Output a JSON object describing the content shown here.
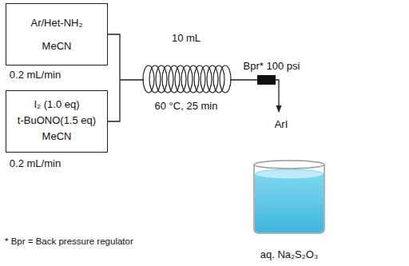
{
  "diagram": {
    "nodes": [
      {
        "text": [
          "Ar/Het-NH₂",
          "MeCN"
        ]
      },
      {
        "text": [
          "I₂ (1.0 eq)",
          "t-BuONO(1.5 eq)",
          "MeCN"
        ]
      }
    ],
    "labels": [
      "0.2 mL/min",
      "0.2 mL/min",
      "10 mL",
      "60 °C, 25 min",
      "Bpr* 100 psi",
      "ArI",
      "aq. Na₂S₂O₃",
      "* Bpr = Back pressure regulator"
    ]
  }
}
